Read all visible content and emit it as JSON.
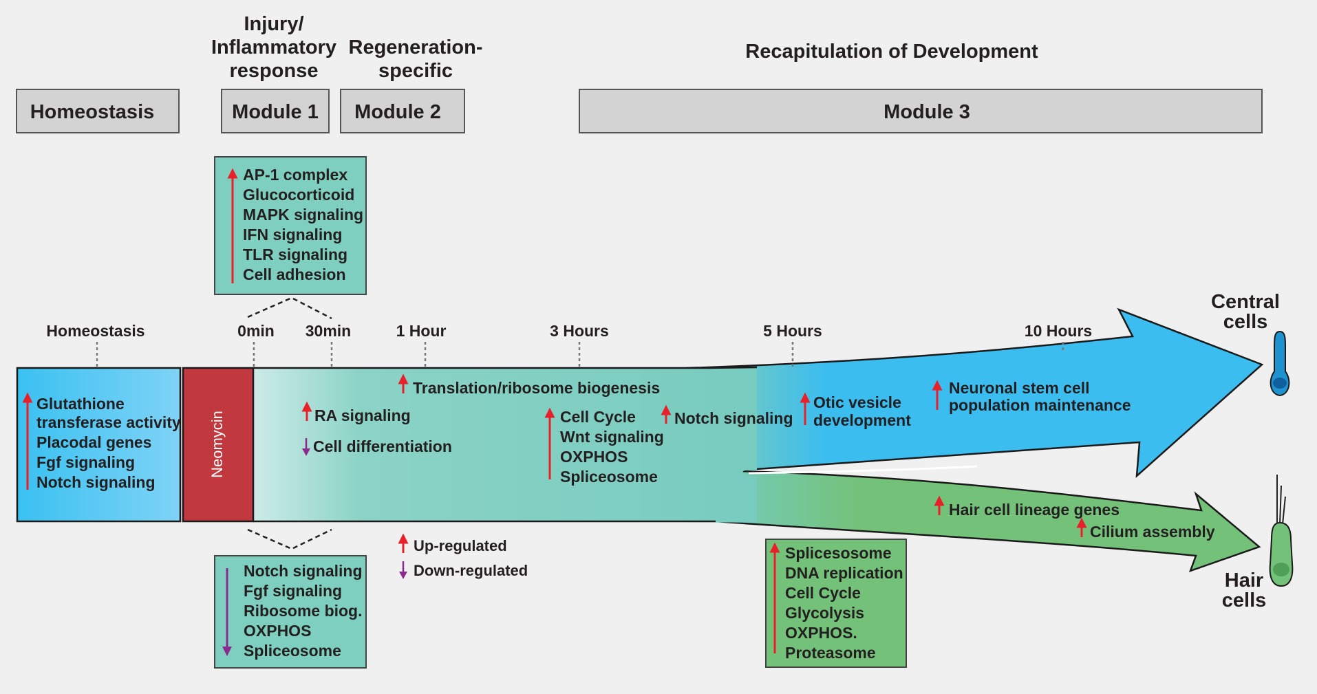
{
  "phases": {
    "injury": [
      "Injury/",
      "Inflammatory",
      "response"
    ],
    "regeneration": [
      "Regeneration-",
      "specific"
    ],
    "recapitulation": "Recapitulation of Development"
  },
  "modules": {
    "homeostasis": "Homeostasis",
    "module1": "Module 1",
    "module2": "Module 2",
    "module3": "Module 3"
  },
  "module1_up": [
    "AP-1 complex",
    "Glucocorticoid",
    "MAPK signaling",
    "IFN signaling",
    "TLR signaling",
    "Cell adhesion"
  ],
  "module1_down": [
    "Notch signaling",
    "Fgf signaling",
    "Ribosome biog.",
    "OXPHOS",
    "Spliceosome"
  ],
  "homeostasis_up": [
    "Glutathione",
    "transferase activity",
    "Placodal genes",
    "Fgf signaling",
    "Notch signaling"
  ],
  "timepoints": {
    "homeostasis": "Homeostasis",
    "t0": "0min",
    "t30": "30min",
    "t1h": "1 Hour",
    "t3h": "3 Hours",
    "t5h": "5 Hours",
    "t10h": "10 Hours"
  },
  "treatment": "Neomycin",
  "terms": {
    "translation": "Translation/ribosome biogenesis",
    "ra": "RA signaling",
    "cell_diff": "Cell differentiation",
    "module2_up": [
      "Cell Cycle",
      "Wnt signaling",
      "OXPHOS",
      "Spliceosome"
    ],
    "notch": "Notch signaling",
    "otic": [
      "Otic vesicle",
      "development"
    ],
    "neuronal": [
      "Neuronal stem cell",
      "population maintenance"
    ],
    "hair_lineage": "Hair cell lineage genes",
    "cilium": "Cilium assembly"
  },
  "hair_box_up": [
    "Splicesosome",
    "DNA replication",
    "Cell Cycle",
    "Glycolysis",
    "OXPHOS.",
    "Proteasome"
  ],
  "legend": {
    "up": "Up-regulated",
    "down": "Down-regulated"
  },
  "outcomes": {
    "central": [
      "Central",
      "cells"
    ],
    "hair": [
      "Hair",
      "cells"
    ]
  },
  "colors": {
    "up_arrow": "#e8202a",
    "down_arrow": "#8b2a8e",
    "homeostasis_box": "#5ec8f0",
    "neomycin": "#c1393f",
    "teal": "#7fcfc0",
    "central_blue": "#3bbdf0",
    "hair_green": "#74c27a",
    "module_gray": "#d3d3d3"
  }
}
